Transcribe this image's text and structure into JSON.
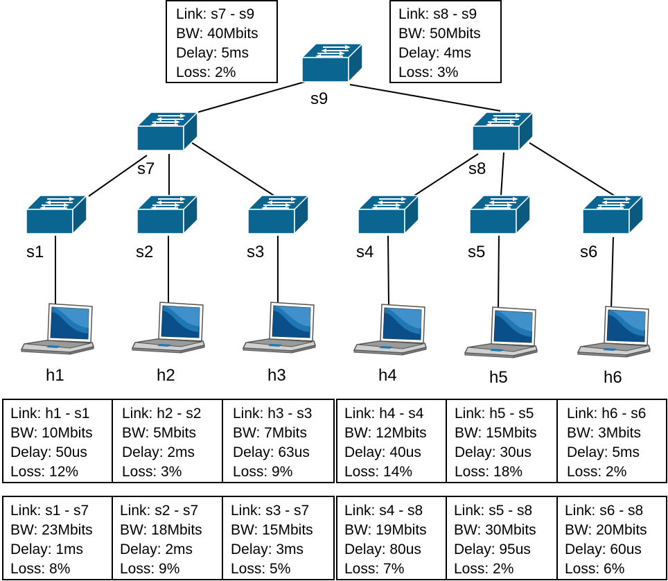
{
  "colors": {
    "switch_top": "#0b6591",
    "switch_front": "#0b6591",
    "switch_side": "#0a5a80",
    "laptop_screen": "#1f77b4",
    "laptop_body": "#6e6e6e",
    "line": "#000000"
  },
  "switches": [
    {
      "id": "s9",
      "label": "s9"
    },
    {
      "id": "s7",
      "label": "s7"
    },
    {
      "id": "s8",
      "label": "s8"
    },
    {
      "id": "s1",
      "label": "s1"
    },
    {
      "id": "s2",
      "label": "s2"
    },
    {
      "id": "s3",
      "label": "s3"
    },
    {
      "id": "s4",
      "label": "s4"
    },
    {
      "id": "s5",
      "label": "s5"
    },
    {
      "id": "s6",
      "label": "s6"
    }
  ],
  "hosts": [
    {
      "id": "h1",
      "label": "h1"
    },
    {
      "id": "h2",
      "label": "h2"
    },
    {
      "id": "h3",
      "label": "h3"
    },
    {
      "id": "h4",
      "label": "h4"
    },
    {
      "id": "h5",
      "label": "h5"
    },
    {
      "id": "h6",
      "label": "h6"
    }
  ],
  "top_links": [
    {
      "link": "Link: s7 - s9",
      "bw": "BW: 40Mbits",
      "delay": "Delay: 5ms",
      "loss": "Loss: 2%"
    },
    {
      "link": "Link: s8 - s9",
      "bw": "BW: 50Mbits",
      "delay": "Delay: 4ms",
      "loss": "Loss: 3%"
    }
  ],
  "host_links": [
    {
      "link": "Link: h1 - s1",
      "bw": "BW: 10Mbits",
      "delay": "Delay: 50us",
      "loss": "Loss: 12%"
    },
    {
      "link": "Link: h2 - s2",
      "bw": "BW: 5Mbits",
      "delay": "Delay: 2ms",
      "loss": "Loss: 3%"
    },
    {
      "link": "Link: h3 - s3",
      "bw": "BW: 7Mbits",
      "delay": "Delay: 63us",
      "loss": "Loss: 9%"
    },
    {
      "link": "Link: h4 - s4",
      "bw": "BW: 12Mbits",
      "delay": "Delay: 40us",
      "loss": "Loss: 14%"
    },
    {
      "link": "Link: h5 - s5",
      "bw": "BW: 15Mbits",
      "delay": "Delay: 30us",
      "loss": "Loss: 18%"
    },
    {
      "link": "Link: h6 - s6",
      "bw": "BW: 3Mbits",
      "delay": "Delay: 5ms",
      "loss": "Loss: 2%"
    }
  ],
  "switch_links": [
    {
      "link": "Link: s1 - s7",
      "bw": "BW: 23Mbits",
      "delay": "Delay: 1ms",
      "loss": "Loss: 8%"
    },
    {
      "link": "Link: s2 - s7",
      "bw": "BW: 18Mbits",
      "delay": "Delay: 2ms",
      "loss": "Loss: 9%"
    },
    {
      "link": "Link: s3 - s7",
      "bw": "BW: 15Mbits",
      "delay": "Delay: 3ms",
      "loss": "Loss: 5%"
    },
    {
      "link": "Link: s4 - s8",
      "bw": "BW: 19Mbits",
      "delay": "Delay: 80us",
      "loss": "Loss: 7%"
    },
    {
      "link": "Link: s5 - s8",
      "bw": "BW: 30Mbits",
      "delay": "Delay: 95us",
      "loss": "Loss: 2%"
    },
    {
      "link": "Link: s6 - s8",
      "bw": "BW: 20Mbits",
      "delay": "Delay: 60us",
      "loss": "Loss: 6%"
    }
  ]
}
